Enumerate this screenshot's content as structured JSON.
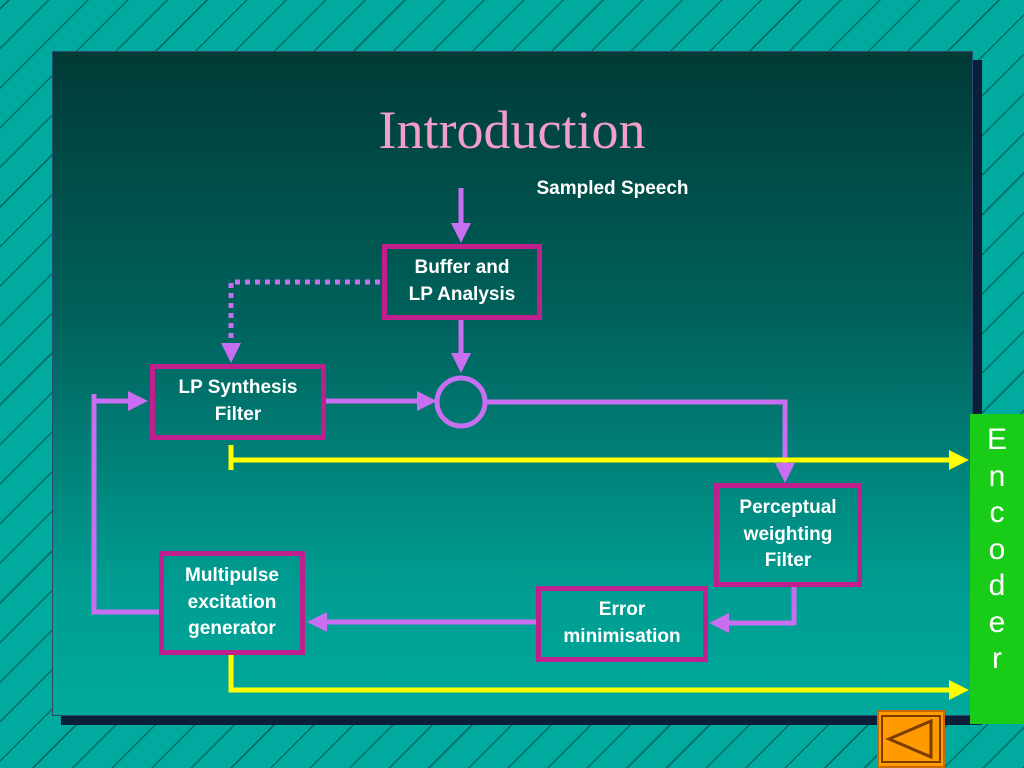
{
  "slide": {
    "title": "Introduction",
    "input_label": "Sampled Speech",
    "encoder_label": "Encoder"
  },
  "blocks": {
    "buffer_lp_analysis": "Buffer and\nLP Analysis",
    "lp_synthesis_filter": "LP Synthesis\nFilter",
    "perceptual_weighting_filter": "Perceptual\nweighting\nFilter",
    "error_minimisation": "Error\nminimisation",
    "multipulse_excitation_generator": "Multipulse\nexcitation\ngenerator"
  },
  "colors": {
    "title": "#f19ec9",
    "block_border": "#c0208e",
    "signal_path": "#c86ef0",
    "encoder_output_path": "#ffff00",
    "encoder_box": "#18cc18",
    "nav_button": "#ff9a00"
  },
  "icons": {
    "summing_junction": "circle",
    "back_button": "left-triangle-icon"
  }
}
